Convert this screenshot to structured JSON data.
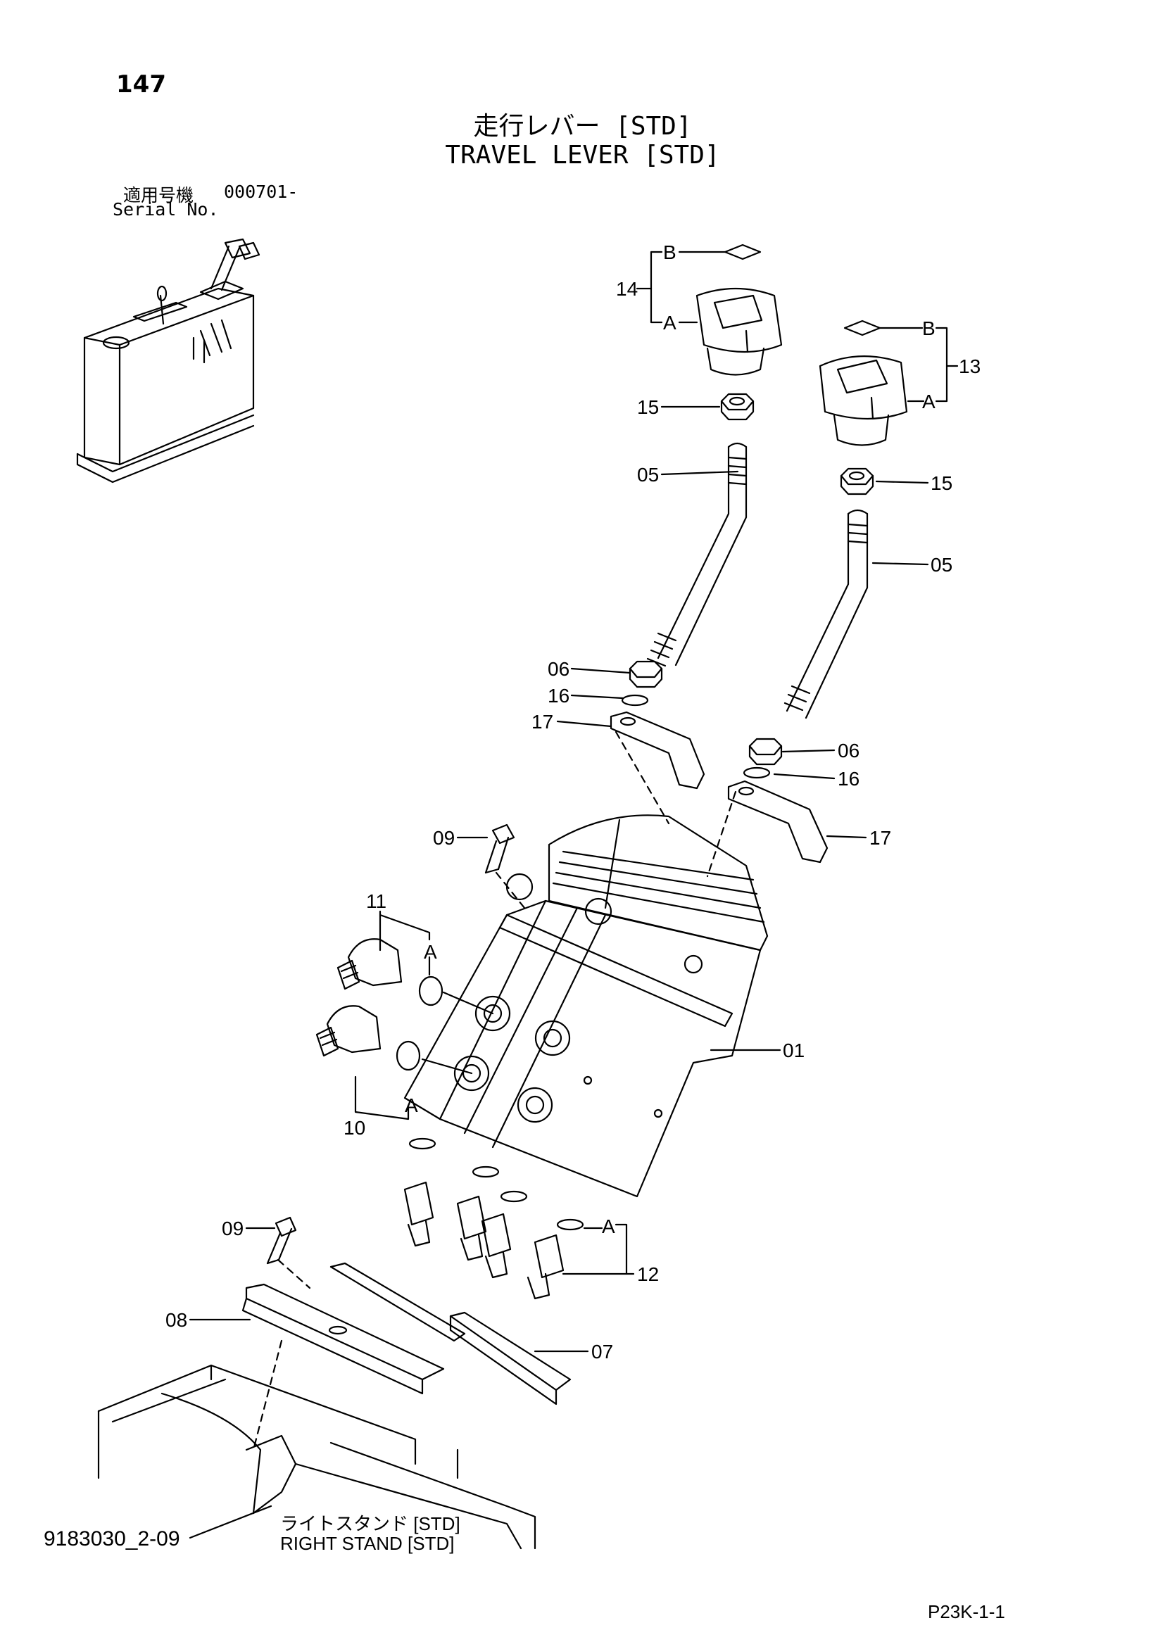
{
  "header": {
    "page_number": "147",
    "title_ja": "走行レバー [STD]",
    "title_en": "TRAVEL LEVER [STD]",
    "serial_label_ja": "適用号機",
    "serial_label_en": "Serial No.",
    "serial_value": "000701-"
  },
  "callouts": [
    {
      "id": "c14",
      "text": "14"
    },
    {
      "id": "c14B",
      "text": "B"
    },
    {
      "id": "c14A",
      "text": "A"
    },
    {
      "id": "c13",
      "text": "13"
    },
    {
      "id": "c13B",
      "text": "B"
    },
    {
      "id": "c13A",
      "text": "A"
    },
    {
      "id": "c15L",
      "text": "15"
    },
    {
      "id": "c15R",
      "text": "15"
    },
    {
      "id": "c05L",
      "text": "05"
    },
    {
      "id": "c05R",
      "text": "05"
    },
    {
      "id": "c06L",
      "text": "06"
    },
    {
      "id": "c06R",
      "text": "06"
    },
    {
      "id": "c16L",
      "text": "16"
    },
    {
      "id": "c16R",
      "text": "16"
    },
    {
      "id": "c17L",
      "text": "17"
    },
    {
      "id": "c17R",
      "text": "17"
    },
    {
      "id": "c09T",
      "text": "09"
    },
    {
      "id": "c09B",
      "text": "09"
    },
    {
      "id": "c11",
      "text": "11"
    },
    {
      "id": "c11A",
      "text": "A"
    },
    {
      "id": "c10",
      "text": "10"
    },
    {
      "id": "c10A",
      "text": "A"
    },
    {
      "id": "c01",
      "text": "01"
    },
    {
      "id": "c12",
      "text": "12"
    },
    {
      "id": "c12A",
      "text": "A"
    },
    {
      "id": "c08",
      "text": "08"
    },
    {
      "id": "c07",
      "text": "07"
    }
  ],
  "stand_label": {
    "ja": "ライトスタンド [STD]",
    "en": "RIGHT STAND  [STD]"
  },
  "footer": {
    "drawing_code": "9183030_2-09",
    "page_ref": "P23K-1-1"
  }
}
